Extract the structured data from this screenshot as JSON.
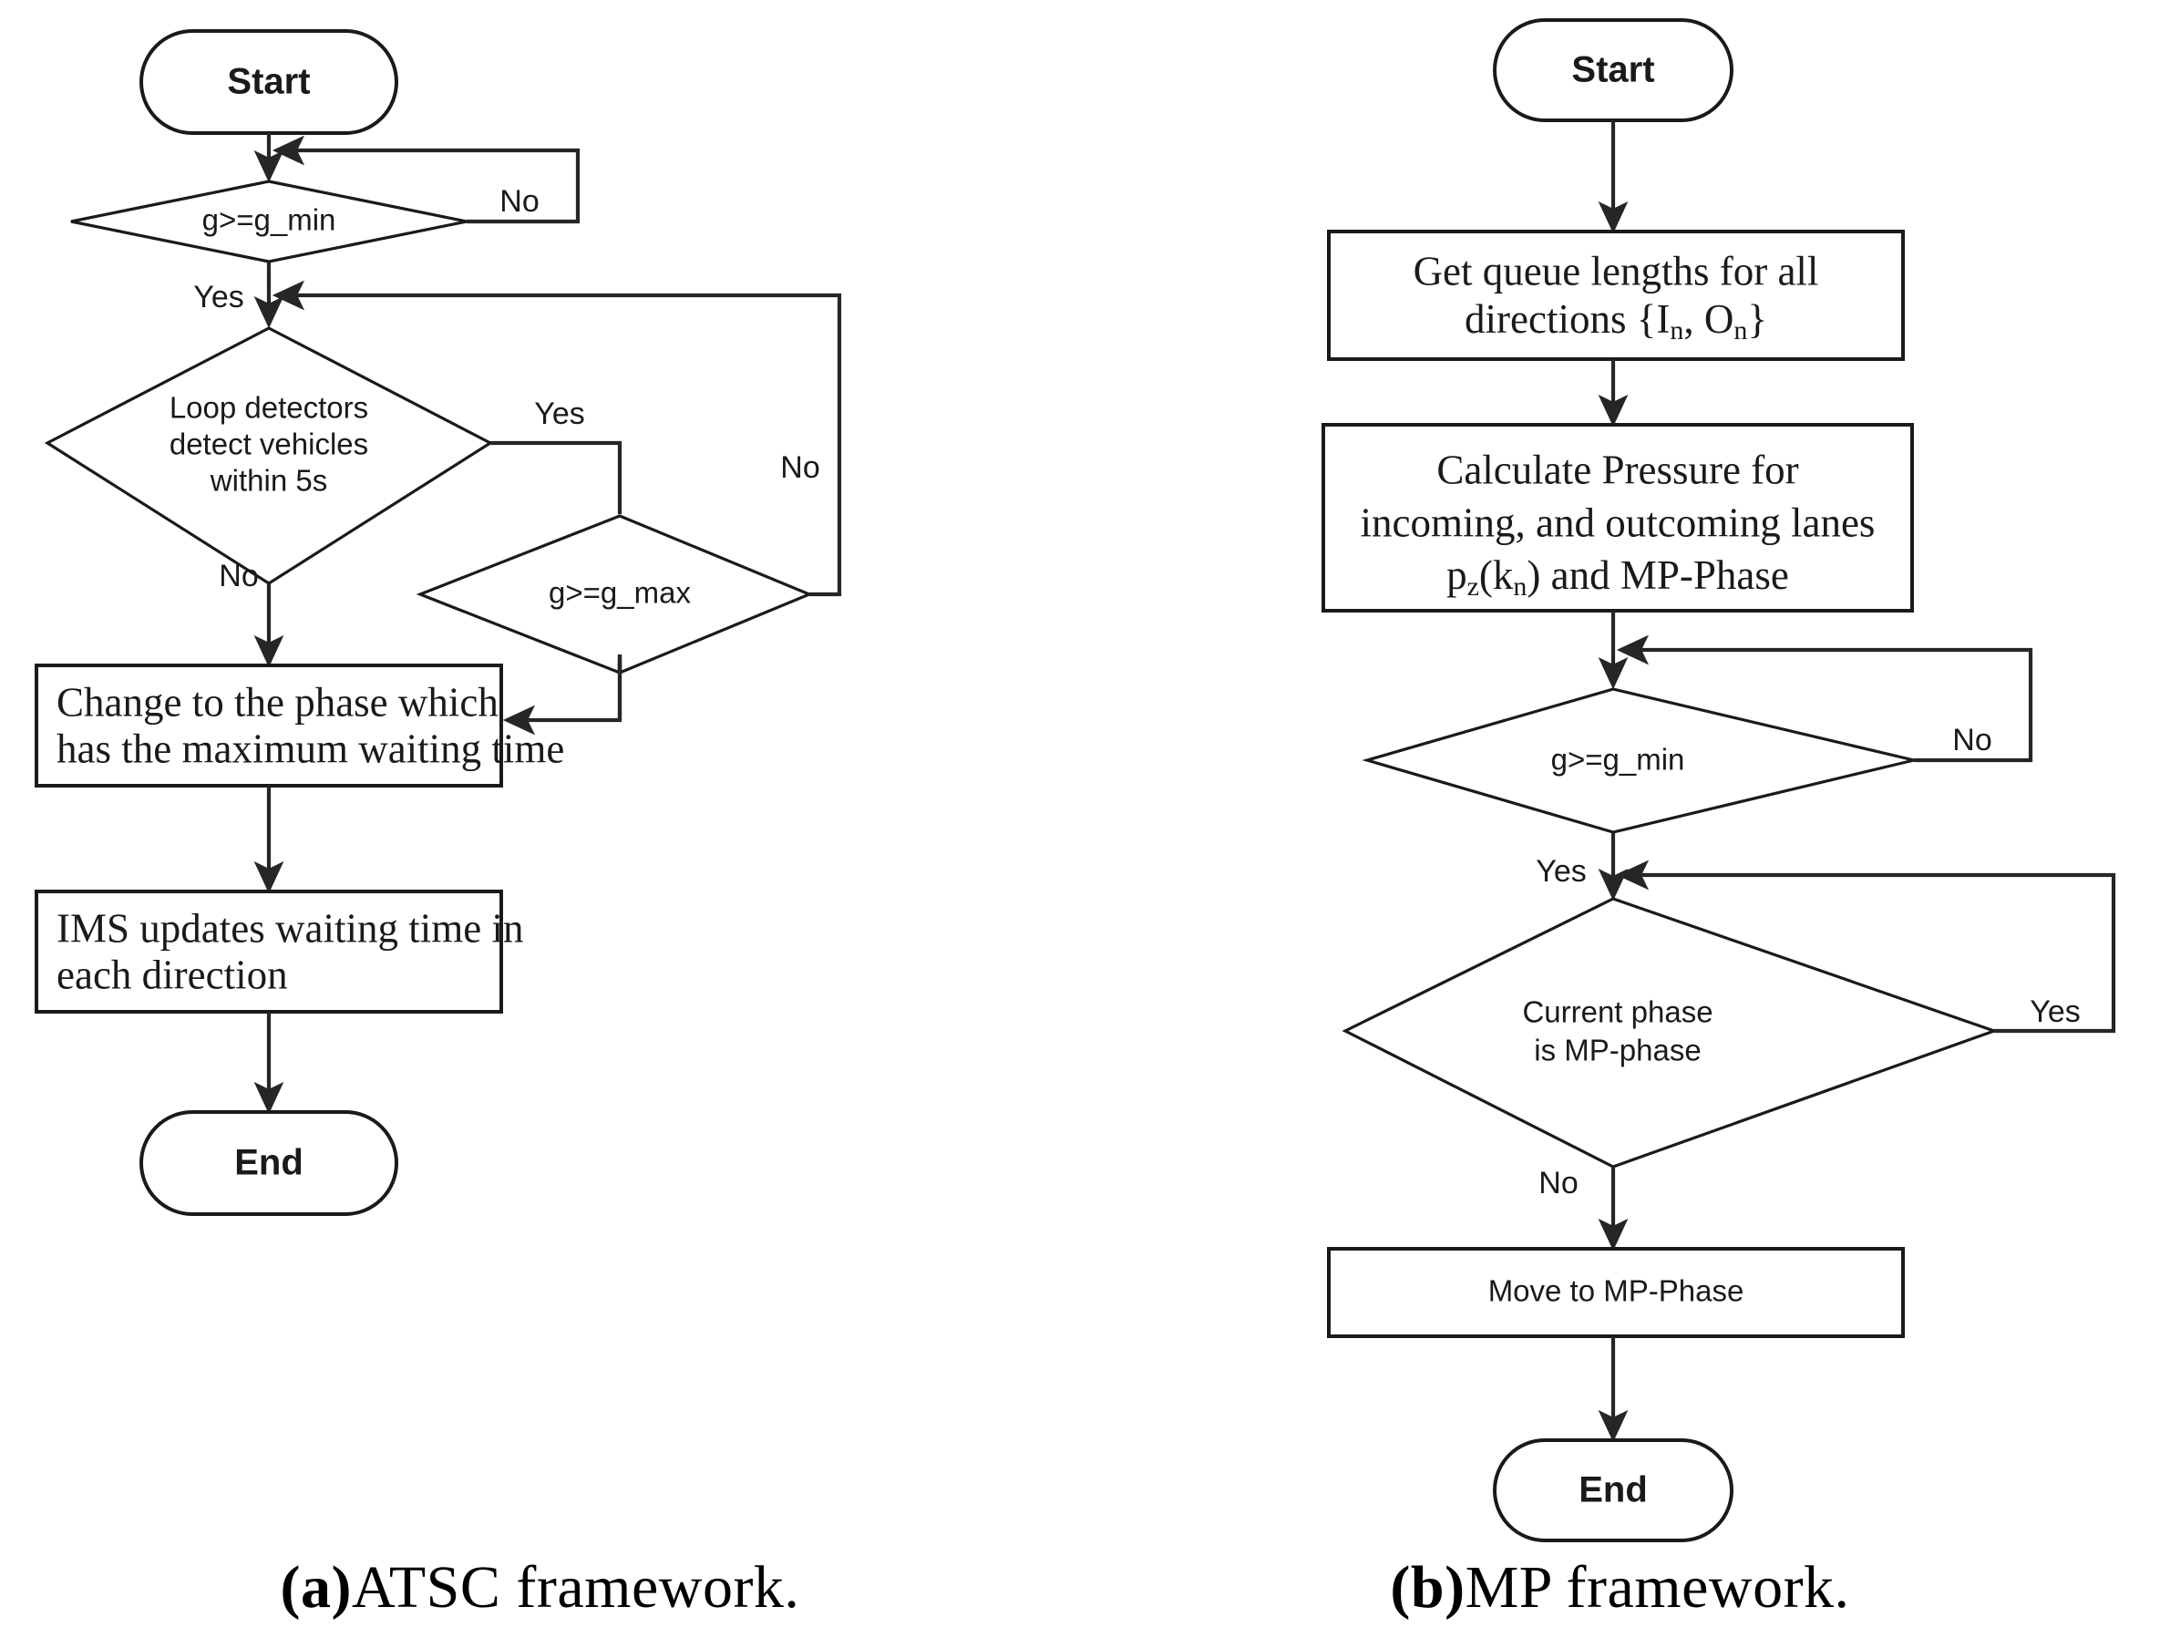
{
  "figure": {
    "panels": [
      {
        "id": "atsc",
        "caption_marker": "(a)",
        "caption_text": " ATSC framework.",
        "nodes": {
          "start": "Start",
          "decision_gmin": "g>=g_min",
          "decision_loop_l1": "Loop detectors",
          "decision_loop_l2": "detect vehicles",
          "decision_loop_l3": "within 5s",
          "decision_gmax": "g>=g_max",
          "process_change_l1": "Change to the phase which",
          "process_change_l2": "has the maximum waiting time",
          "process_ims_l1": "IMS updates  waiting time in",
          "process_ims_l2": "each direction",
          "end": "End"
        },
        "edge_labels": {
          "gmin_no": "No",
          "gmin_yes": "Yes",
          "loop_yes": "Yes",
          "loop_no": "No",
          "gmax_no": "No"
        }
      },
      {
        "id": "mp",
        "caption_marker": "(b)",
        "caption_text": " MP framework.",
        "nodes": {
          "start": "Start",
          "process_queue_l1": "Get queue lengths  for all",
          "process_queue_l2_a": "directions  {I",
          "process_queue_l2_sub1": "n",
          "process_queue_l2_b": ", O",
          "process_queue_l2_sub2": "n",
          "process_queue_l2_c": "}",
          "process_pressure_l1": "Calculate  Pressure  for",
          "process_pressure_l2": "incoming,  and outcoming  lanes",
          "process_pressure_l3_a": "p",
          "process_pressure_l3_sub1": "z",
          "process_pressure_l3_b": "(k",
          "process_pressure_l3_sub2": "n",
          "process_pressure_l3_c": ") and MP-Phase",
          "decision_gmin": "g>=g_min",
          "decision_current_l1": "Current phase",
          "decision_current_l2": "is MP-phase",
          "process_move": "Move to MP-Phase",
          "end": "End"
        },
        "edge_labels": {
          "gmin_no": "No",
          "gmin_yes": "Yes",
          "current_yes": "Yes",
          "current_no": "No"
        }
      }
    ],
    "colors": {
      "stroke": "#1a1a1a",
      "connector": "#262626",
      "background": "#ffffff",
      "text": "#1a1a1a"
    }
  }
}
